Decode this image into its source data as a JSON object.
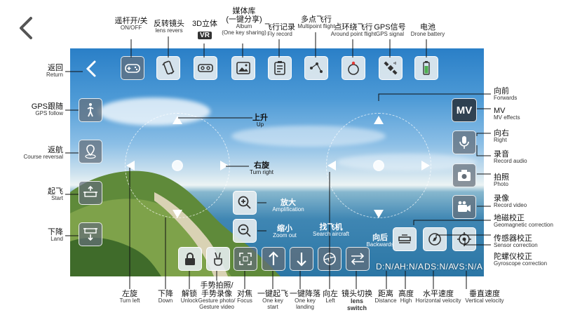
{
  "top_labels": [
    {
      "zh": "遥杆开/关",
      "en": "ON/OFF"
    },
    {
      "zh": "反转镜头",
      "en": "lens revers"
    },
    {
      "zh": "3D立体",
      "en": "VR"
    },
    {
      "zh": "媒体库",
      "zh2": "(一键分享)",
      "en": "Album",
      "en2": "(One key sharing)"
    },
    {
      "zh": "飞行记录",
      "en": "Fly record"
    },
    {
      "zh": "多点飞行",
      "en": "Multipoint flight"
    },
    {
      "zh": "点环绕飞行",
      "en": "Around point flight"
    },
    {
      "zh": "GPS信号",
      "en": "GPS signal"
    },
    {
      "zh": "电池",
      "en": "Drone battery"
    }
  ],
  "left_labels": [
    {
      "zh": "返回",
      "en": "Return"
    },
    {
      "zh": "GPS跟随",
      "en": "GPS follow"
    },
    {
      "zh": "返航",
      "en": "Course reversal"
    },
    {
      "zh": "起飞",
      "en": "Start"
    },
    {
      "zh": "下降",
      "en": "Land"
    }
  ],
  "right_labels": [
    {
      "zh": "向前",
      "en": "Forwards"
    },
    {
      "zh": "MV",
      "en": "MV effects"
    },
    {
      "zh": "向右",
      "en": "Right"
    },
    {
      "zh": "录音",
      "en": "Record audio"
    },
    {
      "zh": "拍照",
      "en": "Photo"
    },
    {
      "zh": "录像",
      "en": "Record video"
    },
    {
      "zh": "地磁校正",
      "en": "Geomagnetic correction"
    },
    {
      "zh": "传感器校正",
      "en": "Sensor correction"
    },
    {
      "zh": "陀螺仪校正",
      "en": "Gyroscope correction"
    }
  ],
  "bottom_labels": [
    {
      "zh": "左旋",
      "en": "Turn left"
    },
    {
      "zh": "下降",
      "en": "Down"
    },
    {
      "zh": "解锁",
      "en": "Unlock"
    },
    {
      "zh": "手势拍照/",
      "zh2": "手势录像",
      "en": "Gesture photo/",
      "en2": "Gesture video"
    },
    {
      "zh": "对焦",
      "en": "Focus"
    },
    {
      "zh": "一键起飞",
      "en": "One key",
      "en2": "start"
    },
    {
      "zh": "一键降落",
      "en": "One key",
      "en2": "landing"
    },
    {
      "zh": "向左",
      "en": "Left"
    },
    {
      "zh": "镜头切换",
      "en": "lens",
      "en2": "switch"
    },
    {
      "zh": "距离",
      "en": "Distance"
    },
    {
      "zh": "高度",
      "en": "High"
    },
    {
      "zh": "水平速度",
      "en": "Horizontal velocity"
    },
    {
      "zh": "垂直速度",
      "en": "Vertical velocity"
    }
  ],
  "inscreen_labels": {
    "up": {
      "zh": "上升",
      "en": "Up"
    },
    "turn_right": {
      "zh": "右旋",
      "en": "Turn right"
    },
    "zoom_in": {
      "zh": "放大",
      "en": "Amplification"
    },
    "zoom_out": {
      "zh": "缩小",
      "en": "Zoom out"
    },
    "search": {
      "zh": "找飞机",
      "en": "Search aircraft"
    },
    "backwards": {
      "zh": "向后",
      "en": "Backwards"
    }
  },
  "telemetry": {
    "distance": "D:N/A",
    "height": "H:N/A",
    "hspeed": "DS:N/A",
    "vspeed": "VS:N/A"
  },
  "mv_button_text": "MV",
  "vr_badge": "VR",
  "colors": {
    "button_bg": "#646e78",
    "screen_sky": "#4d9ad6",
    "record_dot": "#e53935",
    "battery": "#4caf50"
  }
}
